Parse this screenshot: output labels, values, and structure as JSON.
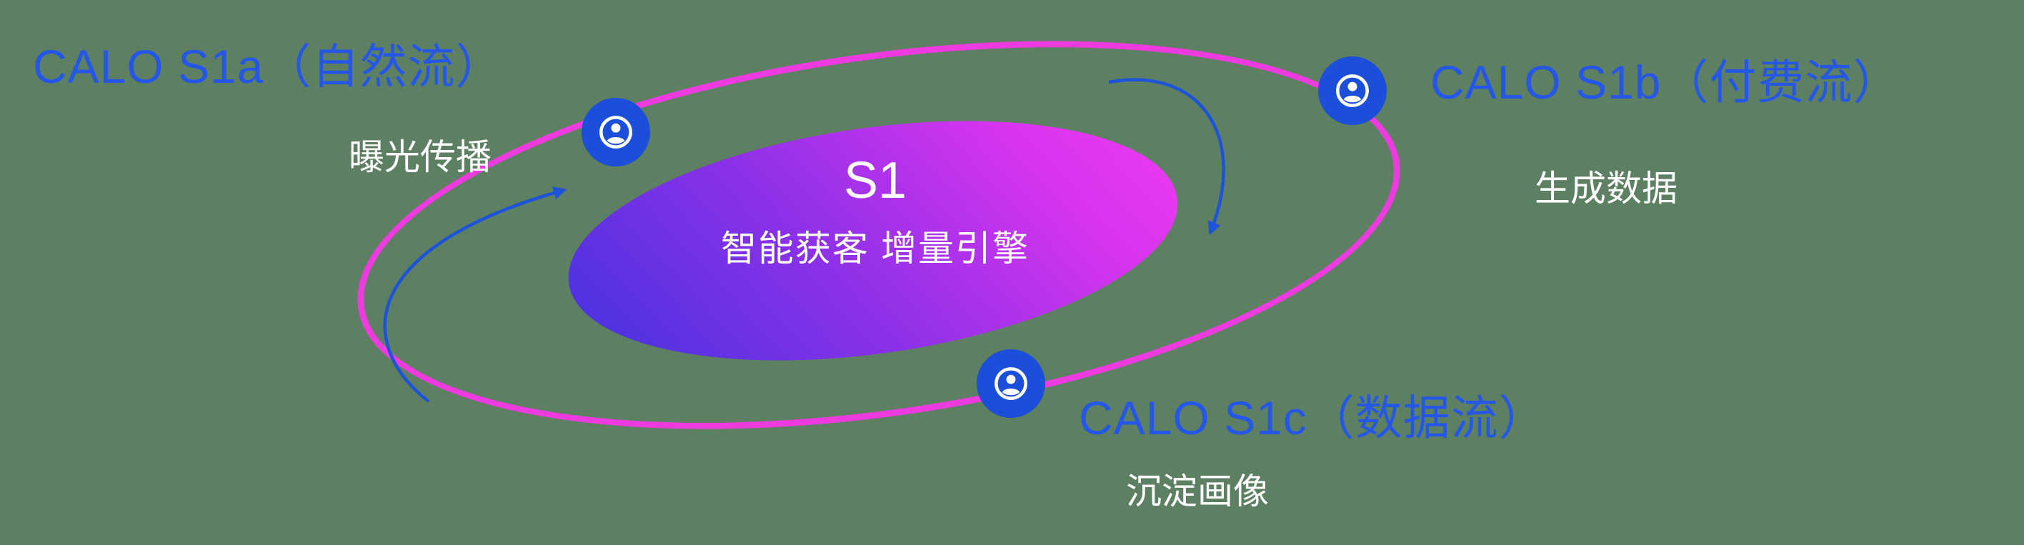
{
  "colors": {
    "background": "#5d7f62",
    "orbit_ring": "#ee3be0",
    "core_gradient_start": "#3f33dd",
    "core_gradient_end": "#f03cf0",
    "node_blue": "#1b4ed9",
    "label_blue": "#2457e8",
    "arrow_blue": "#1d53db",
    "text_white": "#ffffff"
  },
  "center": {
    "title": "S1",
    "subtitle": "智能获客  增量引擎"
  },
  "nodes": {
    "s1a": {
      "label": "CALO S1a（自然流）",
      "subtitle": "曝光传播"
    },
    "s1b": {
      "label": "CALO S1b（付费流）",
      "subtitle": "生成数据"
    },
    "s1c": {
      "label": "CALO S1c（数据流）",
      "subtitle": "沉淀画像"
    }
  },
  "icons": {
    "node_icon": "user-in-circle"
  }
}
